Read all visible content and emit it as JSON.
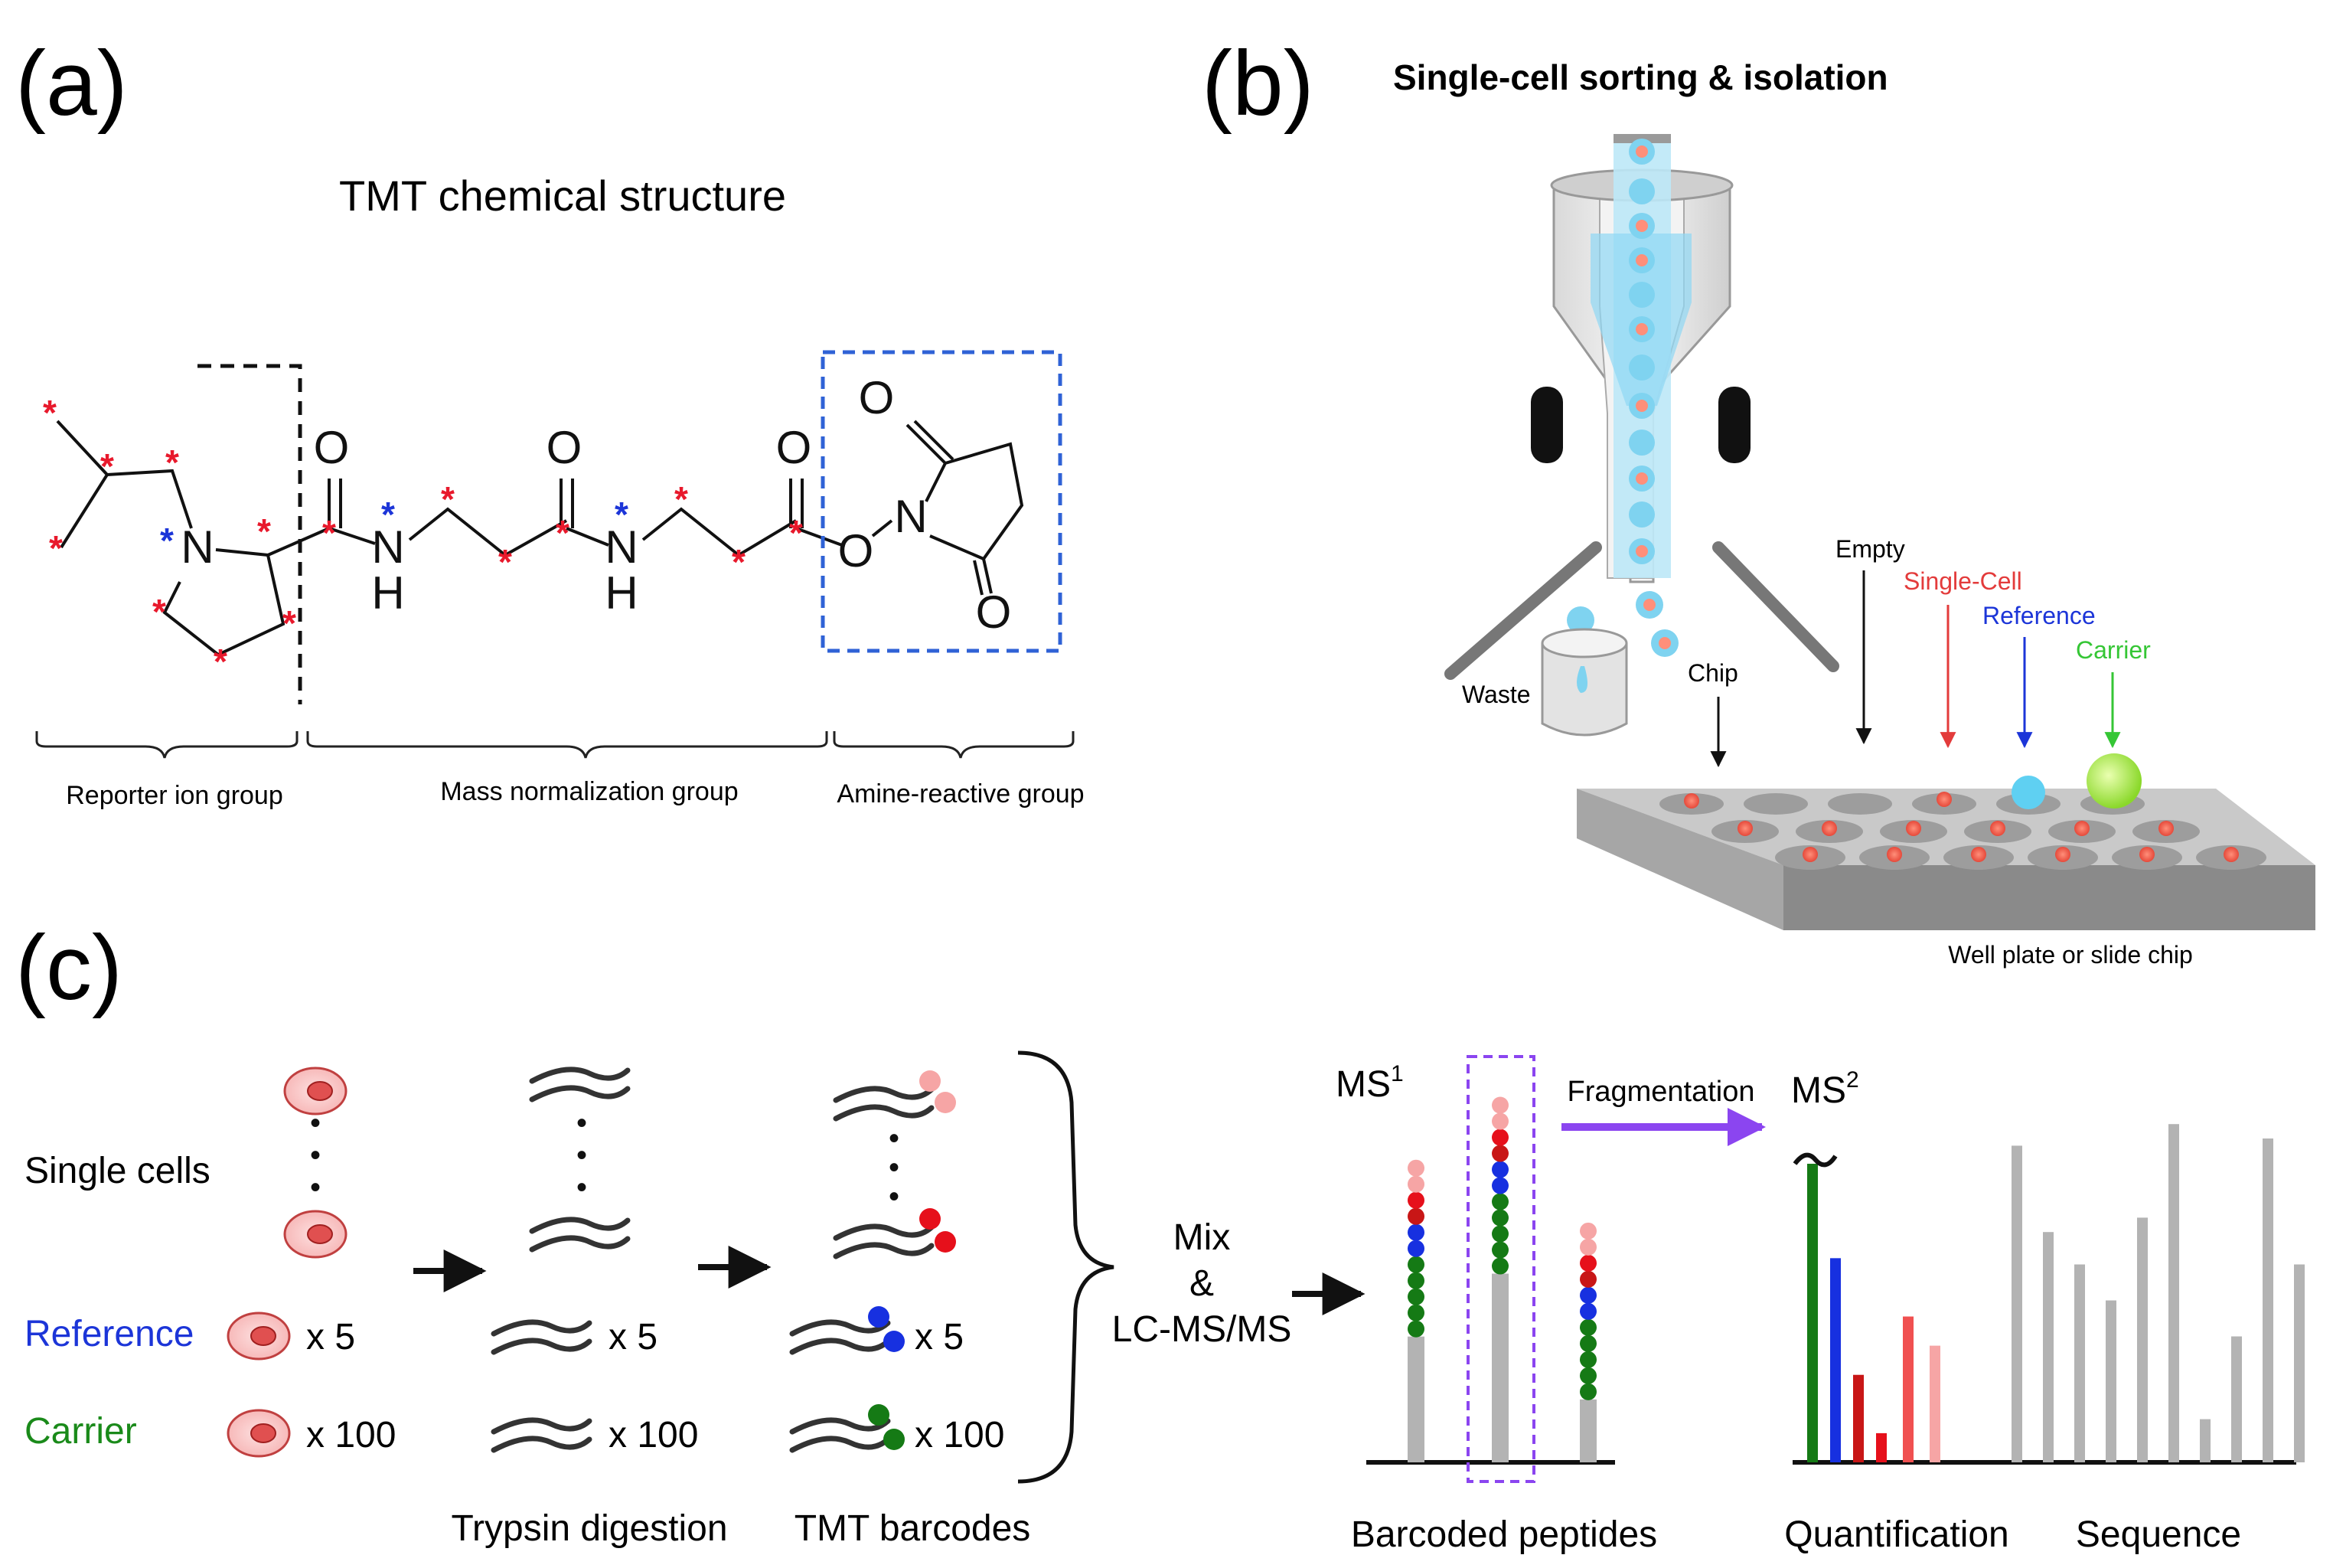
{
  "panels": {
    "a": {
      "letter": "(a)",
      "title": "TMT chemical structure",
      "atoms": {
        "n_ring": "N",
        "o1": "O",
        "n1": "N",
        "h1": "H",
        "o2": "O",
        "n2": "N",
        "h2": "H",
        "o3": "O",
        "o_link": "O",
        "n_succ": "N",
        "o_succ_top": "O",
        "o_succ_bottom": "O"
      },
      "marker_glyph": "*",
      "groups": [
        "Reporter ion group",
        "Mass normalization group",
        "Amine-reactive group"
      ]
    },
    "b": {
      "letter": "(b)",
      "title": "Single-cell sorting & isolation",
      "labels": {
        "waste": "Waste",
        "chip": "Chip",
        "empty": "Empty",
        "single_cell": "Single-Cell",
        "reference": "Reference",
        "carrier": "Carrier",
        "plate": "Well plate or slide chip"
      }
    },
    "c": {
      "letter": "(c)",
      "rows": {
        "single": "Single cells",
        "reference": "Reference",
        "carrier": "Carrier"
      },
      "mult": {
        "x5": "x 5",
        "x100": "x 100"
      },
      "dots": "•",
      "mix": [
        "Mix",
        "&",
        "LC-MS/MS"
      ],
      "ms1": "MS",
      "ms1_sup": "1",
      "ms2": "MS",
      "ms2_sup": "2",
      "fragmentation": "Fragmentation",
      "captions": {
        "trypsin": "Trypsin digestion",
        "tmt": "TMT barcodes",
        "barcoded": "Barcoded peptides",
        "quant": "Quantification",
        "sequence": "Sequence"
      }
    }
  },
  "colors": {
    "marker_red": "#e8192c",
    "marker_blue": "#1c35d8",
    "box_blue": "#2f62d6",
    "ref_blue": "#1c35d8",
    "carrier_green": "#1a8a1a",
    "label_red": "#e33b3b",
    "label_green": "#35c635",
    "purple": "#8b45f0",
    "pink_light": "#f6a5a5",
    "red": "#e6101b",
    "dark_red": "#c81616",
    "blue": "#1730e0",
    "green": "#157a15",
    "grey": "#b3b3b3",
    "water": "#7fd3f0"
  },
  "chart_data": [
    {
      "type": "bar",
      "title": "",
      "note": "MS1 spectrum: barcoded peptide peaks",
      "categories": [
        "",
        "",
        ""
      ],
      "values": [
        6,
        9,
        3
      ],
      "ylim": [
        0,
        12
      ]
    },
    {
      "type": "bar",
      "title": "",
      "categories": [
        "",
        "",
        "",
        "",
        "",
        ""
      ],
      "series": [
        {
          "values": [
            100,
            70,
            30,
            10,
            50,
            40
          ]
        }
      ],
      "ylim": [
        0,
        105
      ]
    },
    {
      "type": "bar",
      "title": "",
      "categories": [
        "",
        "",
        "",
        "",
        "",
        "",
        "",
        "",
        "",
        ""
      ],
      "values": [
        88,
        64,
        55,
        45,
        68,
        94,
        12,
        35,
        90,
        55
      ],
      "ylim": [
        0,
        100
      ]
    }
  ]
}
